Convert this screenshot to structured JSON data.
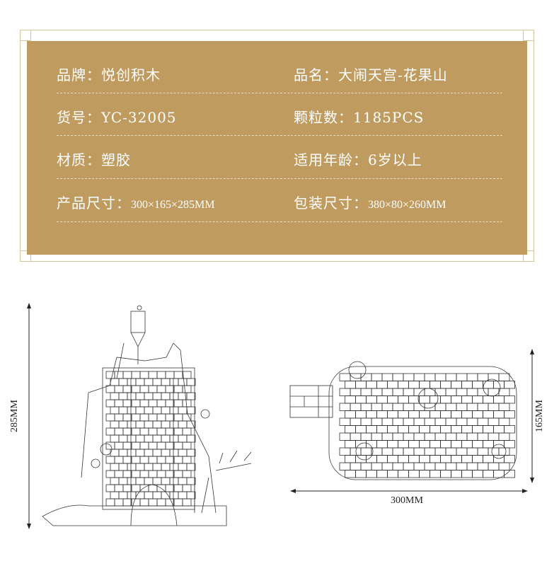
{
  "specs": [
    {
      "left_label": "品牌：",
      "left_value": "悦创积木",
      "right_label": "品名：",
      "right_value": "大闹天宫-花果山"
    },
    {
      "left_label": "货号：",
      "left_value": "YC-32005",
      "right_label": "颗粒数：",
      "right_value": "1185PCS"
    },
    {
      "left_label": "材质：",
      "left_value": "塑胶",
      "right_label": "适用年龄：",
      "right_value": "6岁以上"
    },
    {
      "left_label": "产品尺寸：",
      "left_value": "300×165×285MM",
      "right_label": "包装尺寸：",
      "right_value": "380×80×260MM"
    }
  ],
  "dimensions": {
    "height": "285MM",
    "depth": "165MM",
    "width": "300MM"
  },
  "colors": {
    "panel": "#bf9b60",
    "frame": "#d8c39a",
    "text": "#ffffff"
  }
}
